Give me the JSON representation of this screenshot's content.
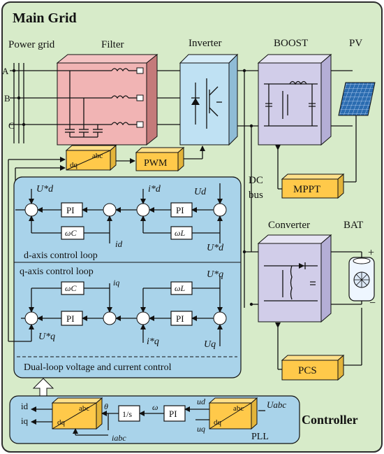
{
  "labels": {
    "main_grid": "Main Grid",
    "power_grid": "Power grid",
    "filter": "Filter",
    "inverter": "Inverter",
    "boost": "BOOST",
    "pv": "PV",
    "phase_a": "A",
    "phase_b": "B",
    "phase_c": "C",
    "dc": "DC",
    "bus": "bus",
    "mppt": "MPPT",
    "converter": "Converter",
    "bat": "BAT",
    "plus": "+",
    "minus": "−",
    "pcs": "PCS",
    "pwm": "PWM",
    "dq": "dq",
    "abc": "abc",
    "pi": "PI",
    "omega_c": "ωC",
    "omega_l": "ωL",
    "u_d_ref": "U*d",
    "i_d_ref": "i*d",
    "u_d": "Ud",
    "i_d": "id",
    "u_q_ref": "U*q",
    "i_q": "iq",
    "i_q_ref": "i*q",
    "u_q": "Uq",
    "d_axis_loop": "d-axis control loop",
    "q-axis_loop_unused": "",
    "q_axis_loop": "q-axis control loop",
    "dual_loop": "Dual-loop voltage and current control",
    "i_d_plain": "id",
    "i_q_plain": "iq",
    "theta": "θ",
    "integrator": "1/s",
    "omega": "ω",
    "u_d_small": "ud",
    "u_q_small": "uq",
    "u_abc": "Uabc",
    "i_abc": "iabc",
    "pll": "PLL",
    "controller": "Controller"
  }
}
